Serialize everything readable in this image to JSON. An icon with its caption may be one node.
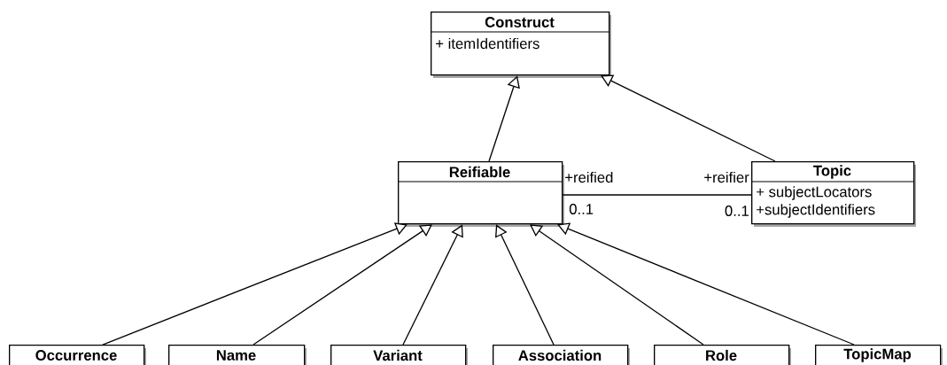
{
  "diagram": {
    "nodes": [
      {
        "text": [
          "Construct",
          "+ itemIdentifiers"
        ]
      },
      {
        "text": [
          "Reifiable"
        ]
      },
      {
        "text": [
          "Topic",
          "+ subjectLocators",
          "+subjectIdentifiers"
        ]
      },
      {
        "text": [
          "Occurrence"
        ]
      },
      {
        "text": [
          "Name"
        ]
      },
      {
        "text": [
          "Variant"
        ]
      },
      {
        "text": [
          "Association"
        ]
      },
      {
        "text": [
          "Role"
        ]
      },
      {
        "text": [
          "TopicMap"
        ]
      }
    ],
    "edges": [
      {
        "from": 1,
        "to": 0,
        "arrow": "to"
      },
      {
        "from": 2,
        "to": 0,
        "arrow": "to"
      },
      {
        "from": 1,
        "to": 2,
        "arrow": "none"
      },
      {
        "from": 3,
        "to": 1,
        "arrow": "to"
      },
      {
        "from": 4,
        "to": 1,
        "arrow": "to"
      },
      {
        "from": 5,
        "to": 1,
        "arrow": "to"
      },
      {
        "from": 6,
        "to": 1,
        "arrow": "to"
      },
      {
        "from": 7,
        "to": 1,
        "arrow": "to"
      },
      {
        "from": 8,
        "to": 1,
        "arrow": "to"
      }
    ],
    "labels": [
      "+reified",
      "0..1",
      "+reifier",
      "0..1"
    ]
  }
}
